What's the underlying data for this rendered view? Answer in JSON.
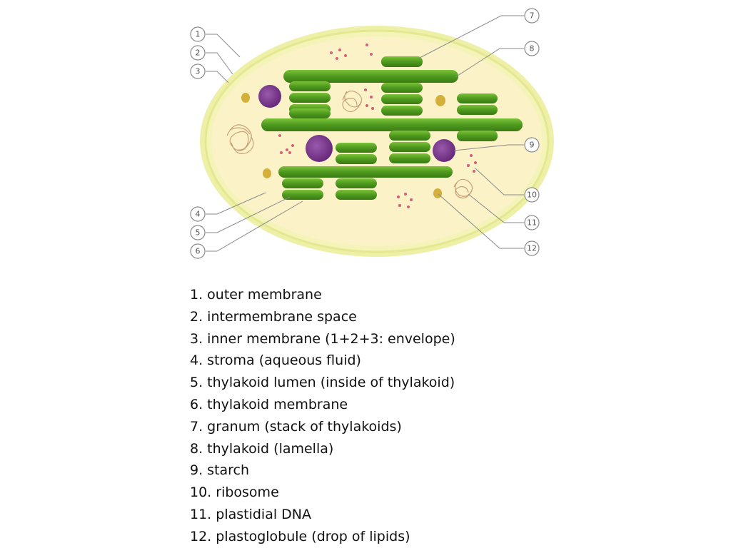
{
  "callouts": [
    "1",
    "2",
    "3",
    "4",
    "5",
    "6",
    "7",
    "8",
    "9",
    "10",
    "11",
    "12"
  ],
  "legend": [
    "1. outer membrane",
    "2. intermembrane space",
    "3. inner membrane (1+2+3: envelope)",
    "4. stroma (aqueous fluid)",
    "5. thylakoid lumen (inside of thylakoid)",
    "6. thylakoid membrane",
    "7. granum (stack of thylakoids)",
    "8. thylakoid (lamella)",
    "9. starch",
    "10. ribosome",
    "11. plastidial DNA",
    "12. plastoglobule (drop of lipids)"
  ],
  "colors": {
    "outer_membrane": "#e8ec9a",
    "stroma": "#fbf2c2",
    "thylakoid": "#4e9a1e",
    "thylakoid_light": "#7cc23a",
    "starch": "#7b3a8c",
    "plastoglobule": "#d4b03a",
    "ribosome": "#d0607a",
    "dna": "#c9a07a",
    "callout": "#8a8a8a"
  }
}
